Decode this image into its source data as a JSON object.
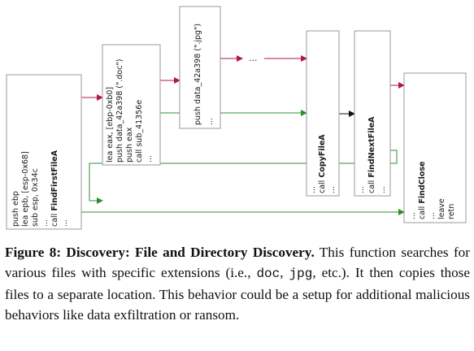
{
  "blocks": {
    "b1": {
      "lines": [
        "push ebp",
        "lea epb, [esp-0x68]",
        "sub esp, 0x34c",
        "...",
        "call FindFirstFileA",
        "..."
      ],
      "call_name": "FindFirstFileA"
    },
    "b2": {
      "lines": [
        "lea eax, [ebp-0xb0]",
        "push data_42a398 (\".doc\")",
        "push eax",
        "call sub_41356e",
        "..."
      ]
    },
    "b3": {
      "lines": [
        "push data_42a398 (\".jpg\")",
        "..."
      ]
    },
    "b4": {
      "lines": [
        "...",
        "call CopyFileA",
        "..."
      ],
      "call_name": "CopyFileA"
    },
    "b5": {
      "lines": [
        "...",
        "call FindNextFileA",
        "..."
      ],
      "call_name": "FindNextFileA"
    },
    "b6": {
      "lines": [
        "...",
        "call FindClose",
        "...",
        "leave",
        "retn"
      ],
      "call_name": "FindClose"
    },
    "ellipsis": "..."
  },
  "caption": {
    "title": "Figure 8: Discovery: File and Directory Discovery.",
    "t1": " This function searches for various files with specific extensions (i.e., ",
    "ext1": "doc",
    "t2": ", ",
    "ext2": "jpg",
    "t3": ", etc.). It then copies those files to a separate location. This behavior could be a setup for additional malicious behaviors like data exfiltration or ransom."
  },
  "colors": {
    "false_edge": "#b0174f",
    "true_edge": "#2f8f2f",
    "unconditional_edge": "#111111",
    "block_border": "#9a9a9a"
  }
}
